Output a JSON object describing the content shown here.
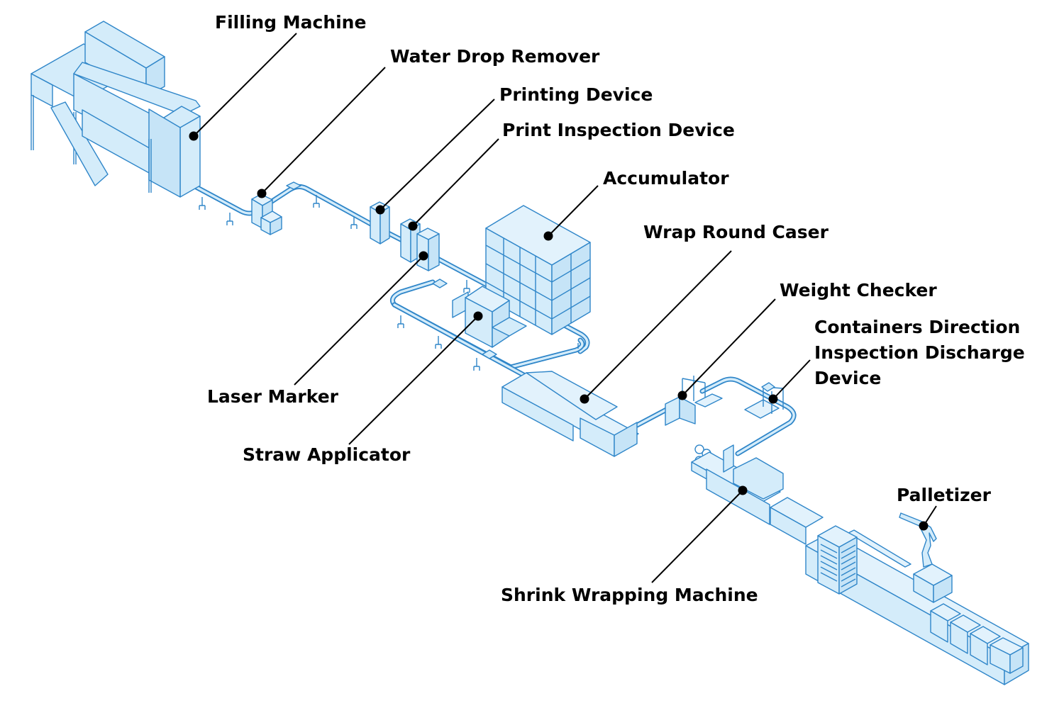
{
  "diagram": {
    "type": "isometric production line illustration",
    "colors": {
      "equipment_fill": "#d4ecfa",
      "equipment_stroke": "#2f86c9",
      "label_text": "#000000",
      "leader_line": "#000000",
      "background": "#ffffff"
    },
    "labels": [
      {
        "id": "filling-machine",
        "lines": [
          "Filling Machine"
        ]
      },
      {
        "id": "water-drop-remover",
        "lines": [
          "Water Drop Remover"
        ]
      },
      {
        "id": "printing-device",
        "lines": [
          "Printing Device"
        ]
      },
      {
        "id": "print-inspection-device",
        "lines": [
          "Print Inspection Device"
        ]
      },
      {
        "id": "accumulator",
        "lines": [
          "Accumulator"
        ]
      },
      {
        "id": "wrap-round-caser",
        "lines": [
          "Wrap Round Caser"
        ]
      },
      {
        "id": "weight-checker",
        "lines": [
          "Weight Checker"
        ]
      },
      {
        "id": "containers-direction-inspection-discharge-device",
        "lines": [
          "Containers Direction",
          "Inspection Discharge",
          "Device"
        ]
      },
      {
        "id": "laser-marker",
        "lines": [
          "Laser Marker"
        ]
      },
      {
        "id": "straw-applicator",
        "lines": [
          "Straw Applicator"
        ]
      },
      {
        "id": "shrink-wrapping-machine",
        "lines": [
          "Shrink Wrapping Machine"
        ]
      },
      {
        "id": "palletizer",
        "lines": [
          "Palletizer"
        ]
      }
    ]
  }
}
